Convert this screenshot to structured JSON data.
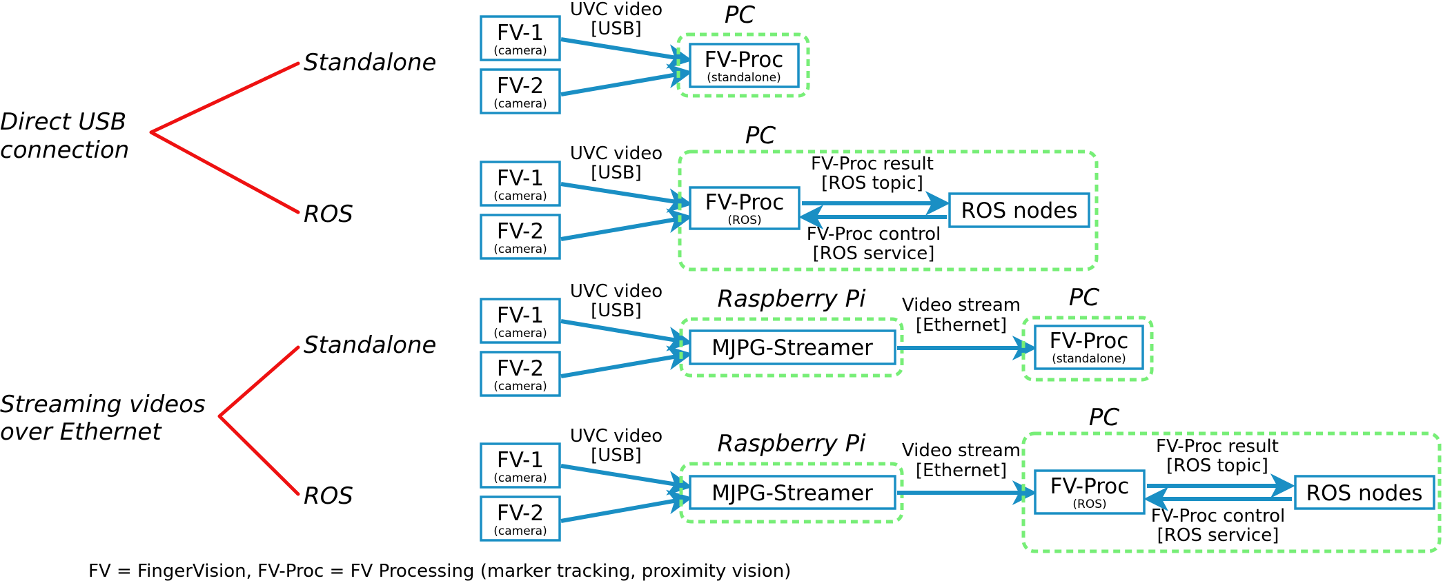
{
  "colors": {
    "tree_line": "#ee1111",
    "node_border": "#1a8fc4",
    "arrow": "#1a8fc4",
    "group_border": "#77ee77",
    "text": "#000000"
  },
  "tree": [
    {
      "label_line1": "Direct USB",
      "label_line2": "connection",
      "branches": [
        "Standalone",
        "ROS"
      ]
    },
    {
      "label_line1": "Streaming videos",
      "label_line2": "over Ethernet",
      "branches": [
        "Standalone",
        "ROS"
      ]
    }
  ],
  "rows": [
    {
      "cameras": [
        {
          "title": "FV-1",
          "subtitle": "(camera)"
        },
        {
          "title": "FV-2",
          "subtitle": "(camera)"
        }
      ],
      "usb_label_line1": "UVC video",
      "usb_label_line2": "[USB]",
      "pc_group_label": "PC",
      "proc": {
        "title": "FV-Proc",
        "subtitle": "(standalone)"
      }
    },
    {
      "cameras": [
        {
          "title": "FV-1",
          "subtitle": "(camera)"
        },
        {
          "title": "FV-2",
          "subtitle": "(camera)"
        }
      ],
      "usb_label_line1": "UVC video",
      "usb_label_line2": "[USB]",
      "pc_group_label": "PC",
      "proc": {
        "title": "FV-Proc",
        "subtitle": "(ROS)"
      },
      "ros_nodes": "ROS nodes",
      "result_label_line1": "FV-Proc result",
      "result_label_line2": "[ROS topic]",
      "control_label_line1": "FV-Proc control",
      "control_label_line2": "[ROS service]"
    },
    {
      "cameras": [
        {
          "title": "FV-1",
          "subtitle": "(camera)"
        },
        {
          "title": "FV-2",
          "subtitle": "(camera)"
        }
      ],
      "usb_label_line1": "UVC video",
      "usb_label_line2": "[USB]",
      "rpi_group_label": "Raspberry Pi",
      "streamer": "MJPG-Streamer",
      "stream_label_line1": "Video stream",
      "stream_label_line2": "[Ethernet]",
      "pc_group_label": "PC",
      "proc": {
        "title": "FV-Proc",
        "subtitle": "(standalone)"
      }
    },
    {
      "cameras": [
        {
          "title": "FV-1",
          "subtitle": "(camera)"
        },
        {
          "title": "FV-2",
          "subtitle": "(camera)"
        }
      ],
      "usb_label_line1": "UVC video",
      "usb_label_line2": "[USB]",
      "rpi_group_label": "Raspberry Pi",
      "streamer": "MJPG-Streamer",
      "stream_label_line1": "Video stream",
      "stream_label_line2": "[Ethernet]",
      "pc_group_label": "PC",
      "proc": {
        "title": "FV-Proc",
        "subtitle": "(ROS)"
      },
      "ros_nodes": "ROS nodes",
      "result_label_line1": "FV-Proc result",
      "result_label_line2": "[ROS topic]",
      "control_label_line1": "FV-Proc control",
      "control_label_line2": "[ROS service]"
    }
  ],
  "footnote": "FV = FingerVision, FV-Proc = FV Processing (marker tracking, proximity vision)"
}
